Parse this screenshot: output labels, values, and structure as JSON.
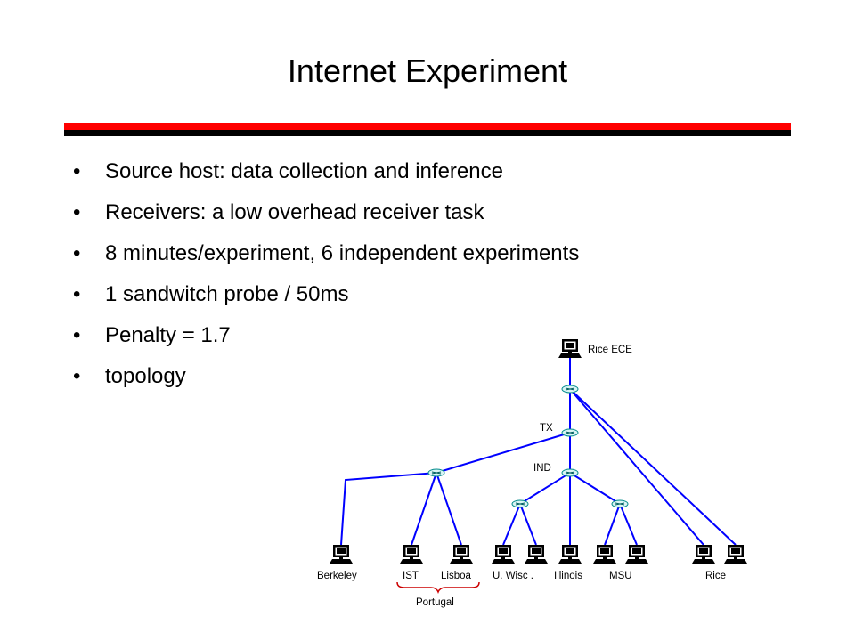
{
  "slide": {
    "title": "Internet Experiment",
    "bullets": [
      "Source host: data collection and inference",
      "Receivers: a low overhead receiver task",
      "8 minutes/experiment, 6 independent experiments",
      "1 sandwitch probe / 50ms",
      "Penalty = 1.7",
      "topology"
    ],
    "bullet_glyph": "•"
  },
  "colors": {
    "accent_red": "#ff0000",
    "link_blue": "#0000ff",
    "router_cyan": "#00c0c0",
    "bracket_red": "#cc0000"
  },
  "diagram": {
    "source_label": "Rice ECE",
    "router_labels": {
      "tx": "TX",
      "ind": "IND"
    },
    "receiver_labels": {
      "berkeley": "Berkeley",
      "ist": "IST",
      "lisboa": "Lisboa",
      "uwisc": "U. Wisc .",
      "illinois": "Illinois",
      "msu": "MSU",
      "rice": "Rice"
    },
    "group_label": "Portugal"
  }
}
